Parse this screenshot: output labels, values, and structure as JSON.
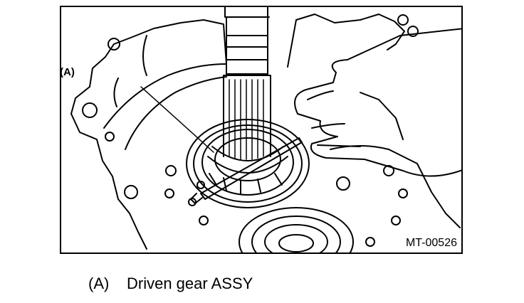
{
  "diagram": {
    "callout_label": "(A)",
    "figure_code": "MT-00526",
    "legend": {
      "key": "(A)",
      "text": "Driven gear ASSY"
    }
  }
}
